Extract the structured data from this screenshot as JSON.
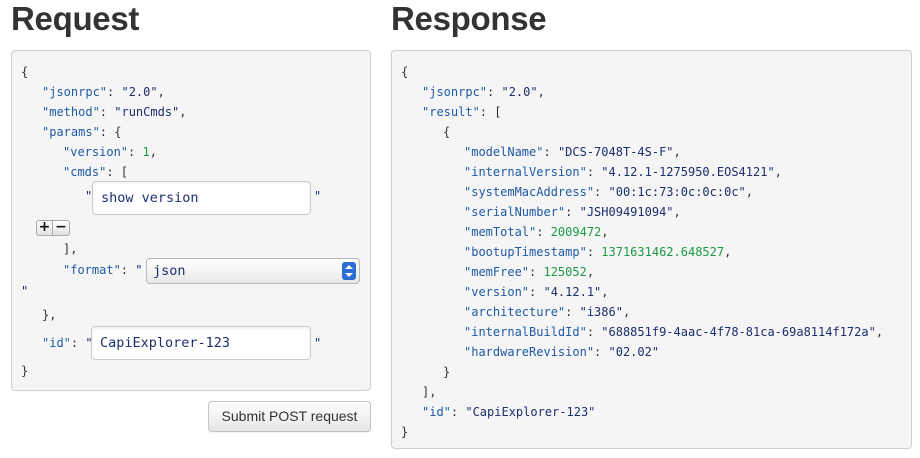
{
  "request": {
    "title": "Request",
    "open_brace": "{",
    "jsonrpc_key": "\"jsonrpc\"",
    "jsonrpc_value": "\"2.0\"",
    "method_key": "\"method\"",
    "method_value": "\"runCmds\"",
    "params_key": "\"params\"",
    "version_key": "\"version\"",
    "version_value": "1",
    "cmds_key": "\"cmds\"",
    "cmd_input_value": "show version",
    "format_key": "\"format\"",
    "format_selected": "json",
    "id_key": "\"id\"",
    "id_input_value": "CapiExplorer-123",
    "close_brace": "}",
    "params_close": "},",
    "cmds_close": "],",
    "plus_label": "+",
    "minus_label": "−",
    "submit_label": "Submit POST request"
  },
  "response": {
    "title": "Response",
    "open_brace": "{",
    "jsonrpc_key": "\"jsonrpc\"",
    "jsonrpc_value": "\"2.0\"",
    "result_key": "\"result\"",
    "fields": [
      {
        "key": "\"modelName\"",
        "value": "\"DCS-7048T-4S-F\"",
        "type": "string"
      },
      {
        "key": "\"internalVersion\"",
        "value": "\"4.12.1-1275950.EOS4121\"",
        "type": "string"
      },
      {
        "key": "\"systemMacAddress\"",
        "value": "\"00:1c:73:0c:0c:0c\"",
        "type": "string"
      },
      {
        "key": "\"serialNumber\"",
        "value": "\"JSH09491094\"",
        "type": "string"
      },
      {
        "key": "\"memTotal\"",
        "value": "2009472",
        "type": "number"
      },
      {
        "key": "\"bootupTimestamp\"",
        "value": "1371631462.648527",
        "type": "number"
      },
      {
        "key": "\"memFree\"",
        "value": "125052",
        "type": "number"
      },
      {
        "key": "\"version\"",
        "value": "\"4.12.1\"",
        "type": "string"
      },
      {
        "key": "\"architecture\"",
        "value": "\"i386\"",
        "type": "string"
      },
      {
        "key": "\"internalBuildId\"",
        "value": "\"688851f9-4aac-4f78-81ca-69a8114f172a\"",
        "type": "string"
      },
      {
        "key": "\"hardwareRevision\"",
        "value": "\"02.02\"",
        "type": "string"
      }
    ],
    "inner_close": "}",
    "result_close": "],",
    "id_key": "\"id\"",
    "id_value": "\"CapiExplorer-123\"",
    "close_brace": "}"
  }
}
